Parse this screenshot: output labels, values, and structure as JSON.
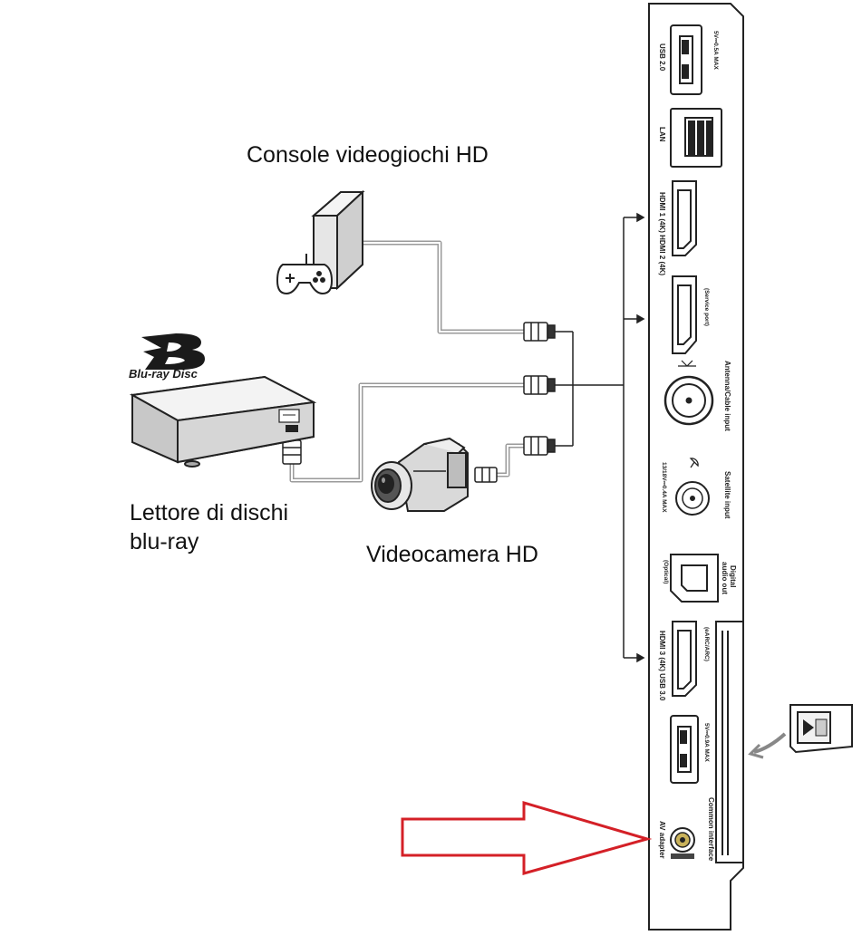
{
  "labels": {
    "console": "Console videogiochi HD",
    "bluray_line1": "Lettore di dischi",
    "bluray_line2": "blu-ray",
    "camcorder": "Videocamera HD"
  },
  "bluray_logo": "Blu-ray Disc",
  "ports": {
    "usb2_a": "USB 2.0",
    "usb2_b": "5V⎓0.5A MAX",
    "lan": "LAN",
    "hdmi_row": "HDMI 1 (4K) HDMI 2 (4K)",
    "service_port": "(Service port)",
    "antenna": "Antenna/Cable input",
    "satellite": "Satellite input",
    "satellite_spec": "13/18V⎓0.4A MAX",
    "digital_audio_1": "Digital",
    "digital_audio_2": "audio out",
    "optical": "(Optical)",
    "hdmi3_row": "HDMI 3 (4K) USB 3.0",
    "earc": "(eARC/ARC)",
    "usb3_spec": "5V⎓0.9A MAX",
    "common_interface": "Common interface",
    "av_adapter": "AV adapter"
  },
  "colors": {
    "outline": "#222222",
    "cable": "#9a9a9a",
    "arrow": "#d42027",
    "device_fill": "#e6e6e6"
  }
}
